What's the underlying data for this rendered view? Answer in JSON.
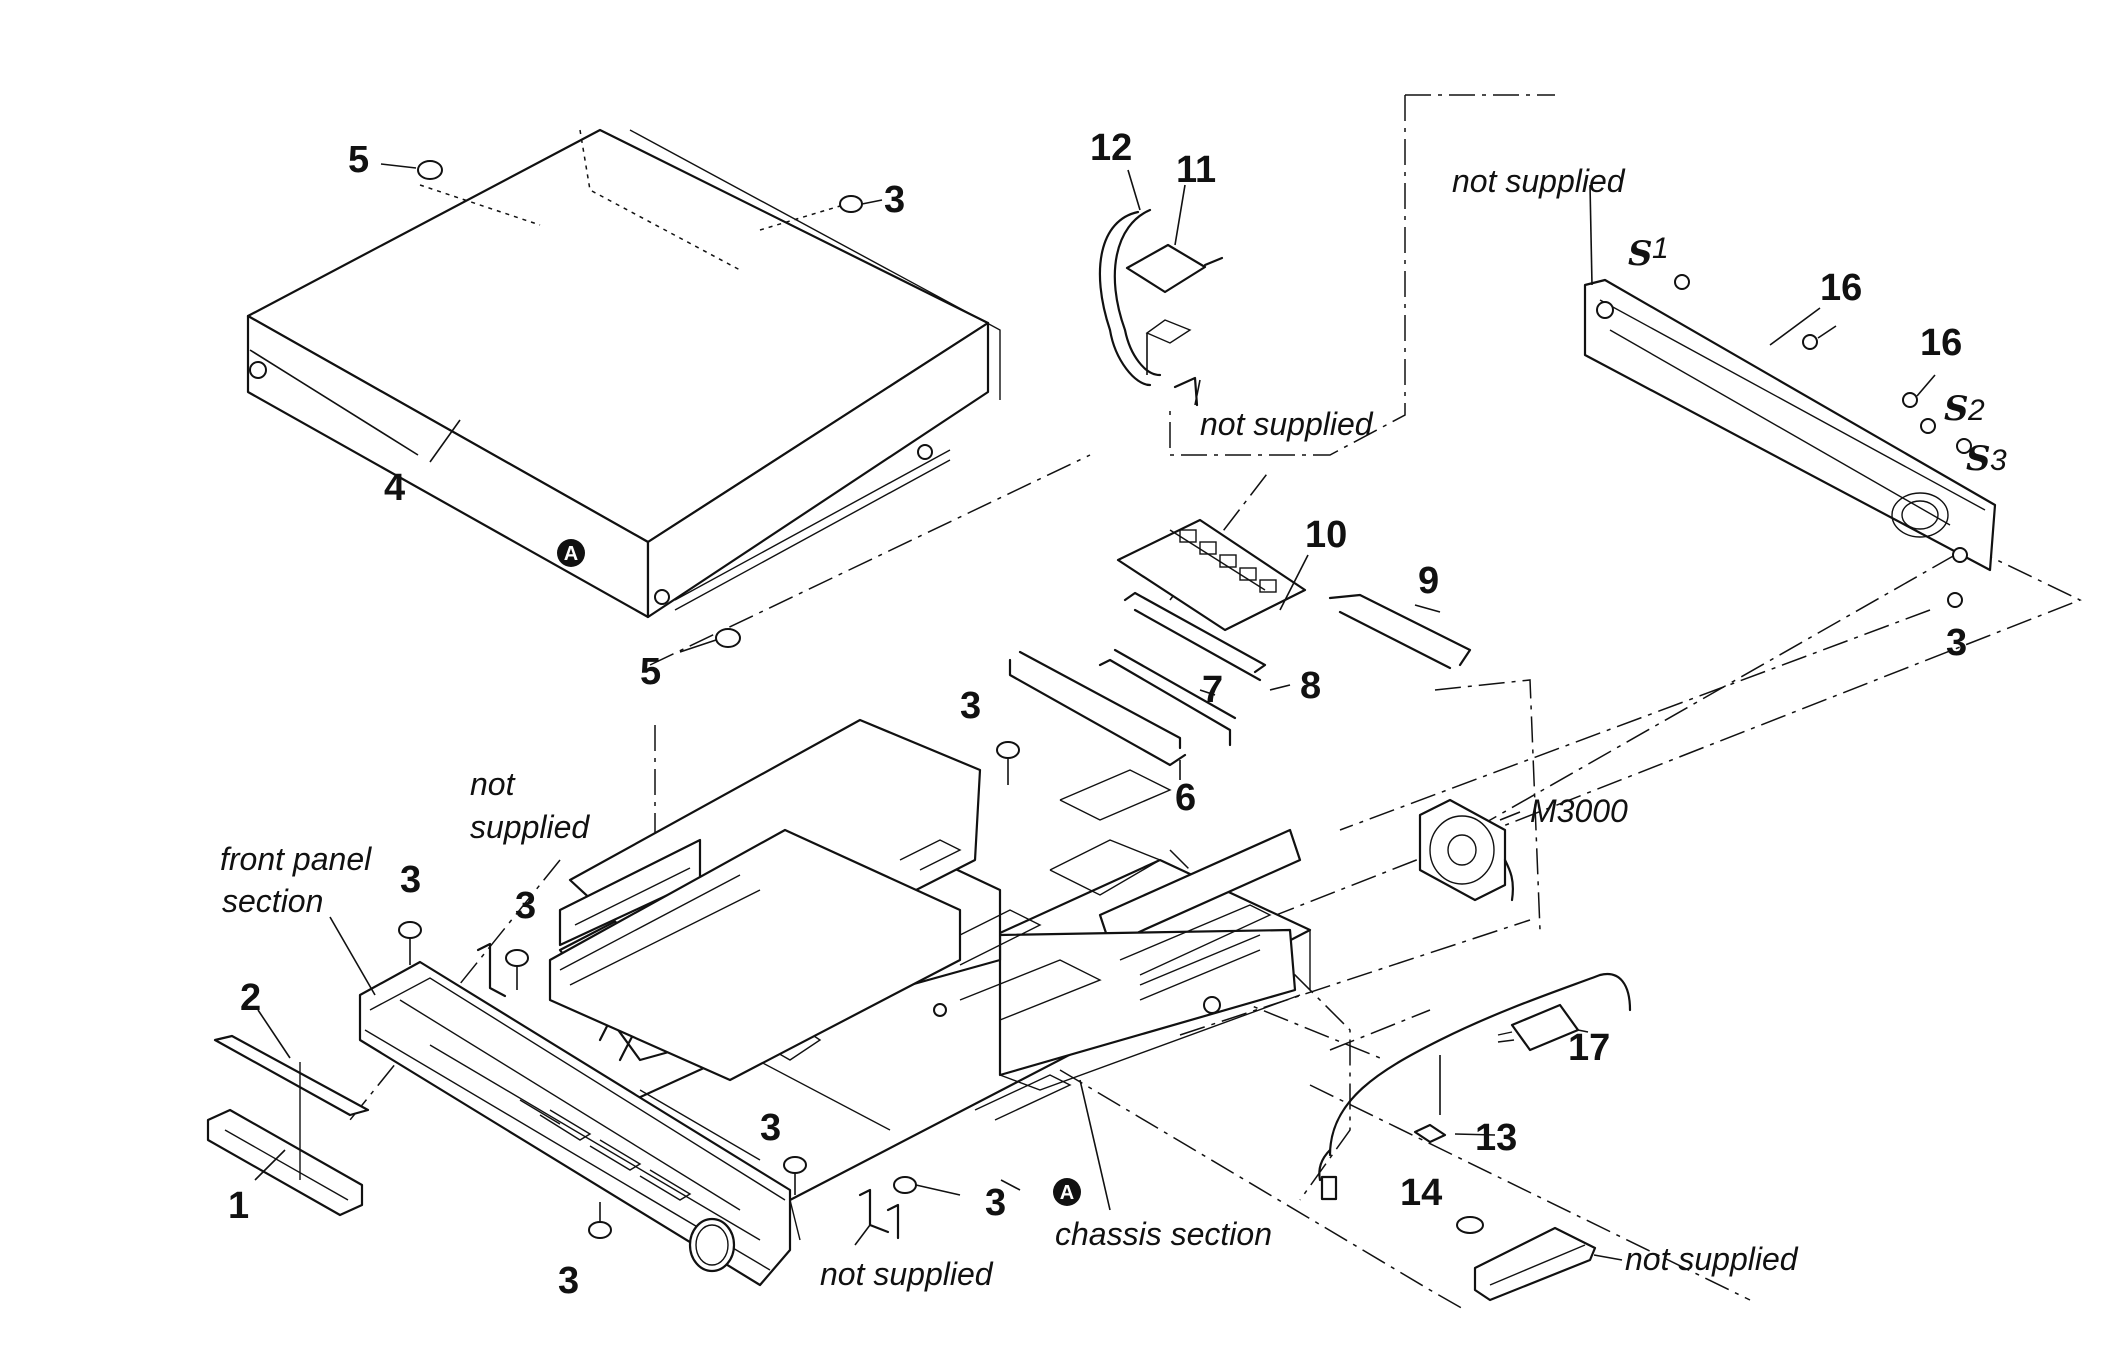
{
  "labels": {
    "p1": "1",
    "p2": "2",
    "p3": "3",
    "p4": "4",
    "p5": "5",
    "p6": "6",
    "p7": "7",
    "p8": "8",
    "p9": "9",
    "p10": "10",
    "p11": "11",
    "p12": "12",
    "p13": "13",
    "p14": "14",
    "p16": "16",
    "p17": "17",
    "m3000": "M3000"
  },
  "screw_refs": {
    "s": "S",
    "s1_sub": "1",
    "s2_sub": "2",
    "s3_sub": "3"
  },
  "marker": "A",
  "notes": {
    "not_supplied": "not supplied",
    "not": "not",
    "supplied": "supplied",
    "front_panel": "front panel",
    "section": "section",
    "chassis_section": "chassis section"
  }
}
